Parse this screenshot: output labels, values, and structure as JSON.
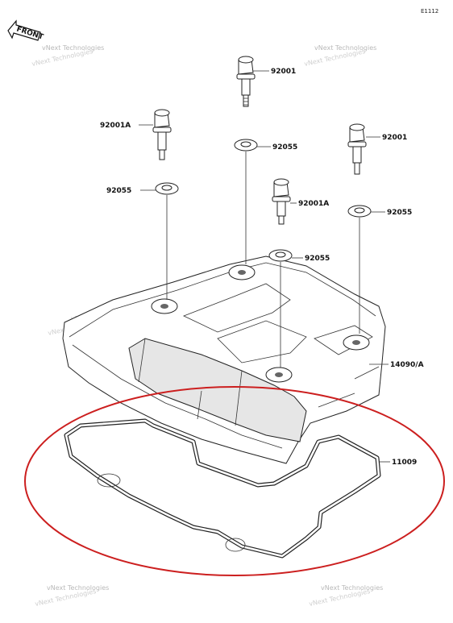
{
  "diagram_code": "E1112",
  "front_marker": "FRONT",
  "watermark": "vNext Technologies",
  "part_labels": {
    "bolt_top_center": "92001",
    "bolt_left": "92001A",
    "bolt_right": "92001",
    "washer_center": "92055",
    "washer_left": "92055",
    "bolt_mid": "92001A",
    "washer_right": "92055",
    "washer_mid": "92055",
    "head_cover": "14090/A",
    "gasket": "11009"
  },
  "highlight_color": "#cc1f1f"
}
